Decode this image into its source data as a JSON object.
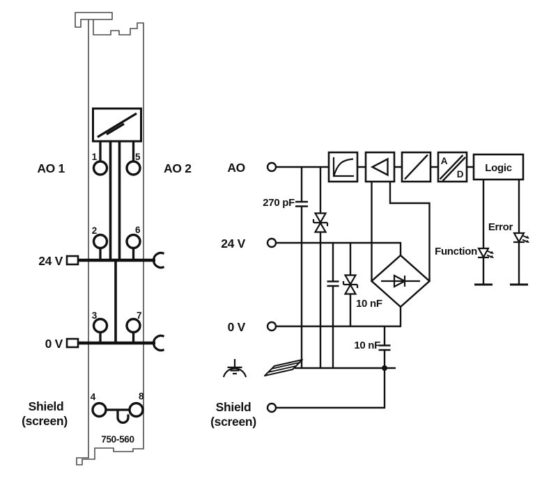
{
  "module": {
    "part_number": "750-560",
    "labels": {
      "ao1": "AO 1",
      "ao2": "AO 2",
      "v24": "24 V",
      "v0": "0 V",
      "shield": "Shield",
      "screen": "(screen)"
    },
    "terminals": {
      "t1": "1",
      "t2": "2",
      "t3": "3",
      "t4": "4",
      "t5": "5",
      "t6": "6",
      "t7": "7",
      "t8": "8"
    }
  },
  "schematic": {
    "labels": {
      "ao": "AO",
      "v24": "24 V",
      "v0": "0 V",
      "shield": "Shield",
      "screen": "(screen)",
      "cap_270pf": "270 pF",
      "cap_10nf_upper": "10 nF",
      "cap_10nf_lower": "10 nF",
      "function_led": "Function",
      "error_led": "Error",
      "logic": "Logic",
      "ad_a": "A",
      "ad_d": "D"
    }
  },
  "colors": {
    "ink": "#111111",
    "module_outline": "#4d4d4d",
    "background": "#ffffff"
  }
}
